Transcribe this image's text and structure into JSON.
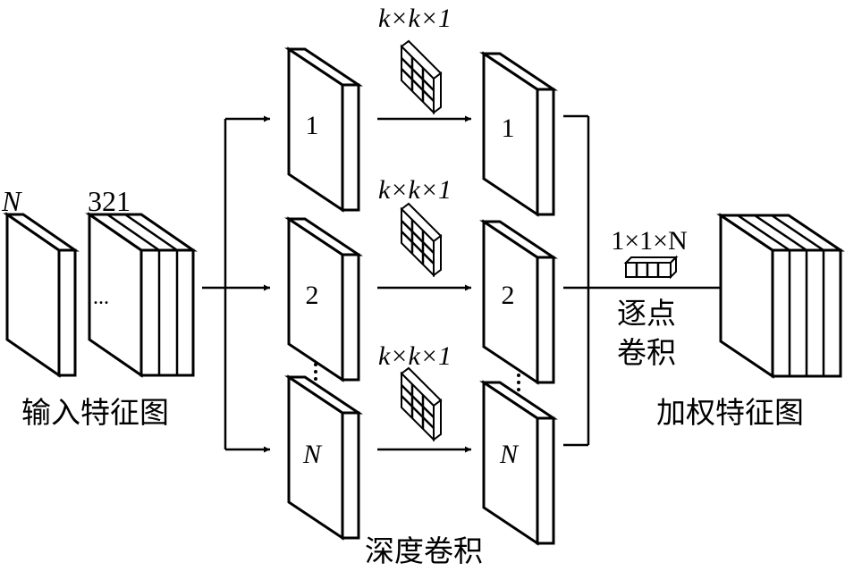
{
  "input": {
    "label_n": "N",
    "label_channels": "321",
    "dots": "...",
    "caption": "输入特征图"
  },
  "depthwise": {
    "kernel_label": "k×k×1",
    "caption": "深度卷积",
    "channel_labels": [
      "1",
      "2",
      "N"
    ]
  },
  "pointwise": {
    "kernel_label": "1×1×N",
    "caption_line1": "逐点",
    "caption_line2": "卷积"
  },
  "output": {
    "caption": "加权特征图"
  }
}
